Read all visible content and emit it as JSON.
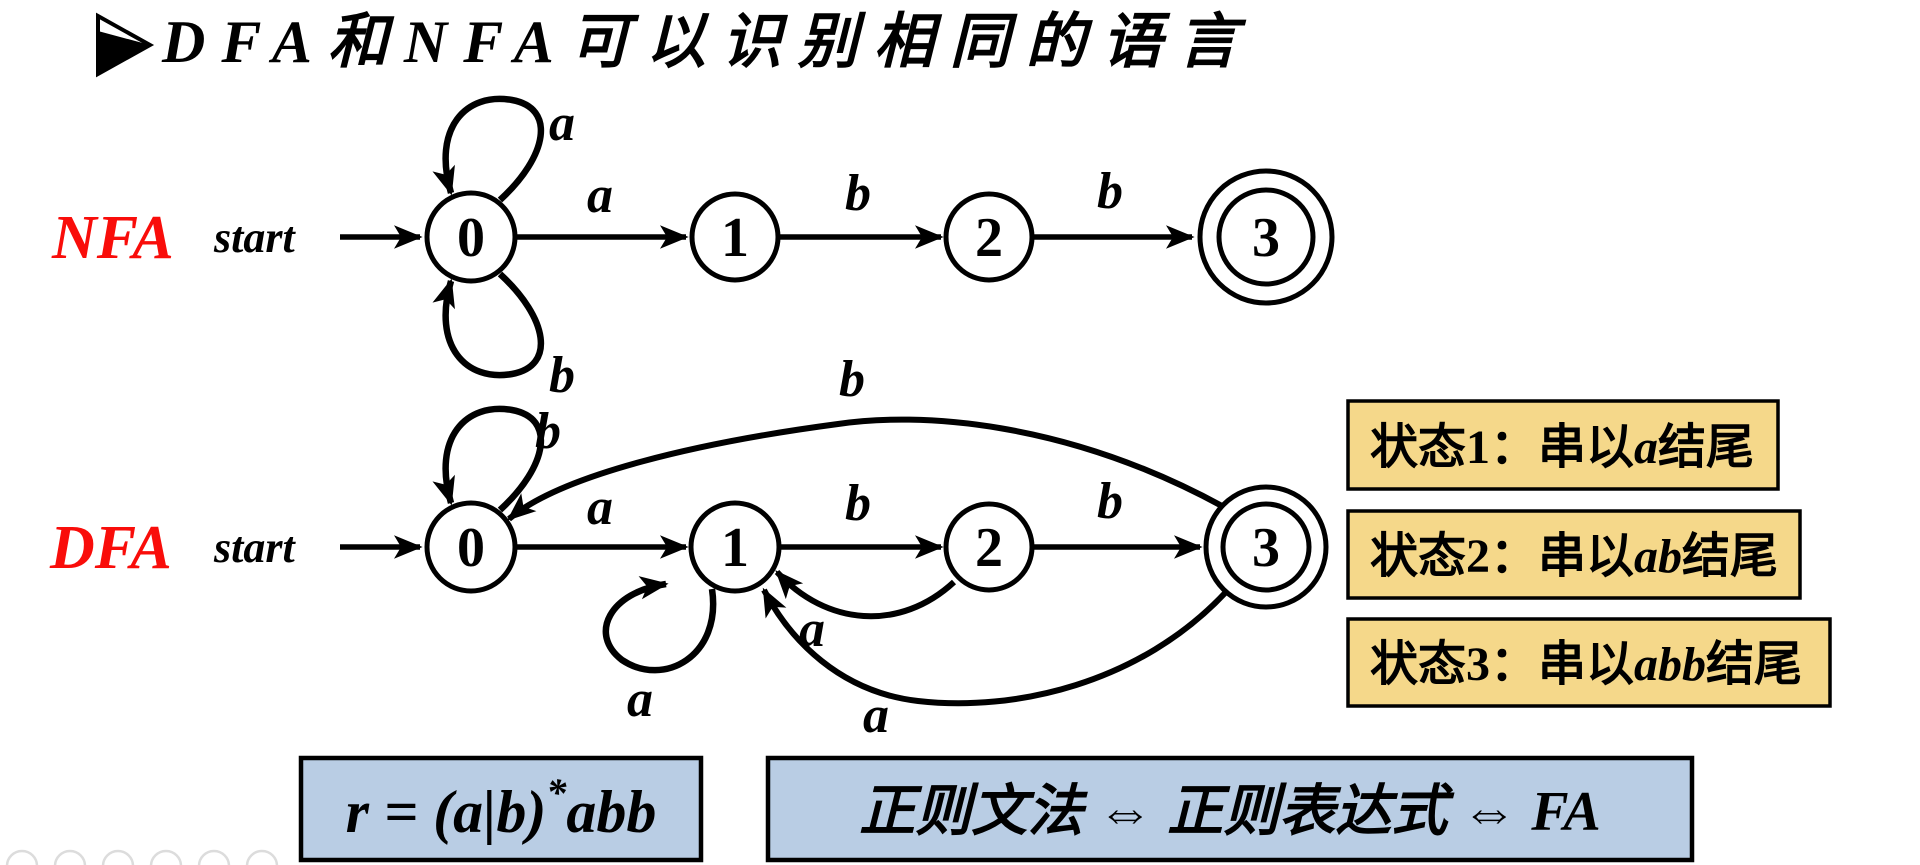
{
  "title": {
    "text": "DFA和NFA可以识别相同的语言",
    "bullet_icon": "arrowhead-bullet"
  },
  "nfa": {
    "label": "NFA",
    "start_label": "start",
    "states": [
      {
        "id": "0",
        "accepting": false
      },
      {
        "id": "1",
        "accepting": false
      },
      {
        "id": "2",
        "accepting": false
      },
      {
        "id": "3",
        "accepting": true
      }
    ],
    "transitions": [
      {
        "from": "0",
        "to": "0",
        "label": "a",
        "kind": "self-loop-top"
      },
      {
        "from": "0",
        "to": "0",
        "label": "b",
        "kind": "self-loop-bottom"
      },
      {
        "from": "0",
        "to": "1",
        "label": "a",
        "kind": "straight"
      },
      {
        "from": "1",
        "to": "2",
        "label": "b",
        "kind": "straight"
      },
      {
        "from": "2",
        "to": "3",
        "label": "b",
        "kind": "straight"
      }
    ]
  },
  "dfa": {
    "label": "DFA",
    "start_label": "start",
    "states": [
      {
        "id": "0",
        "accepting": false
      },
      {
        "id": "1",
        "accepting": false
      },
      {
        "id": "2",
        "accepting": false
      },
      {
        "id": "3",
        "accepting": true
      }
    ],
    "transitions": [
      {
        "from": "0",
        "to": "0",
        "label": "b",
        "kind": "self-loop-top"
      },
      {
        "from": "0",
        "to": "1",
        "label": "a",
        "kind": "straight"
      },
      {
        "from": "1",
        "to": "2",
        "label": "b",
        "kind": "straight"
      },
      {
        "from": "2",
        "to": "3",
        "label": "b",
        "kind": "straight"
      },
      {
        "from": "1",
        "to": "1",
        "label": "a",
        "kind": "self-loop-bottom"
      },
      {
        "from": "2",
        "to": "1",
        "label": "a",
        "kind": "curve-below"
      },
      {
        "from": "3",
        "to": "0",
        "label": "b",
        "kind": "curve-above"
      },
      {
        "from": "3",
        "to": "1",
        "label": "a",
        "kind": "curve-below"
      }
    ]
  },
  "notes": [
    {
      "prefix": "状态1：串以",
      "em": "a",
      "suffix": "结尾"
    },
    {
      "prefix": "状态2：串以",
      "em": "ab",
      "suffix": "结尾"
    },
    {
      "prefix": "状态3：串以",
      "em": "abb",
      "suffix": "结尾"
    }
  ],
  "formula": {
    "prefix": "r = (a|b)",
    "sup": "*",
    "suffix": "abb"
  },
  "equivalence": {
    "text": "正则文法 ⇔ 正则表达式 ⇔ FA"
  },
  "colors": {
    "label_red": "#f90d0a",
    "note_bg": "#f5d88a",
    "note_border": "#000000",
    "formula_bg": "#b9cde4",
    "formula_border": "#000000",
    "ink": "#000000",
    "watermark": "#dcdcdc"
  }
}
